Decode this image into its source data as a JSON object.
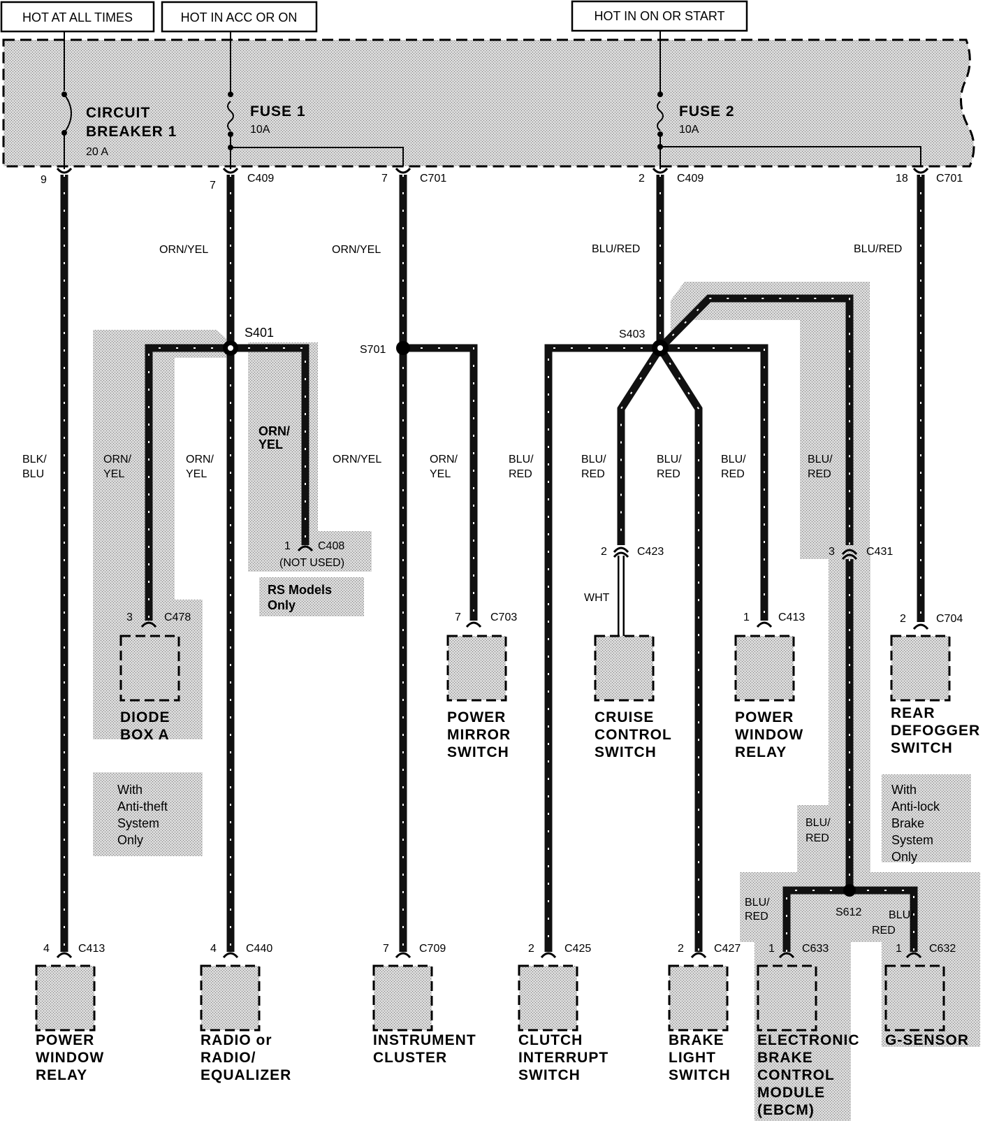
{
  "power_sources": {
    "hot_at_all_times": "HOT AT ALL TIMES",
    "hot_in_acc_or_on": "HOT IN ACC OR ON",
    "hot_in_on_or_start": "HOT IN ON OR START"
  },
  "fuse_box": {
    "circuit_breaker": {
      "name_line1": "CIRCUIT",
      "name_line2": "BREAKER 1",
      "rating": "20 A"
    },
    "fuse1": {
      "name": "FUSE 1",
      "rating": "10A"
    },
    "fuse2": {
      "name": "FUSE 2",
      "rating": "10A"
    }
  },
  "connectors": {
    "cb_out": {
      "pin": "9",
      "id": ""
    },
    "f1_c409": {
      "pin": "7",
      "id": "C409"
    },
    "f1_c701": {
      "pin": "7",
      "id": "C701"
    },
    "f2_c409": {
      "pin": "2",
      "id": "C409"
    },
    "f2_c701": {
      "pin": "18",
      "id": "C701"
    },
    "c478": {
      "pin": "3",
      "id": "C478"
    },
    "c408": {
      "pin": "1",
      "id": "C408",
      "note": "(NOT USED)"
    },
    "c703": {
      "pin": "7",
      "id": "C703"
    },
    "c423": {
      "pin": "2",
      "id": "C423"
    },
    "c413_top": {
      "pin": "1",
      "id": "C413"
    },
    "c431": {
      "pin": "3",
      "id": "C431"
    },
    "c704": {
      "pin": "2",
      "id": "C704"
    },
    "c413_bot": {
      "pin": "4",
      "id": "C413"
    },
    "c440": {
      "pin": "4",
      "id": "C440"
    },
    "c709": {
      "pin": "7",
      "id": "C709"
    },
    "c425": {
      "pin": "2",
      "id": "C425"
    },
    "c427": {
      "pin": "2",
      "id": "C427"
    },
    "c633": {
      "pin": "1",
      "id": "C633"
    },
    "c632": {
      "pin": "1",
      "id": "C632"
    }
  },
  "splices": {
    "s401": "S401",
    "s701": "S701",
    "s403": "S403",
    "s612": "S612"
  },
  "wires": {
    "blk_blu_1": "BLK/",
    "blk_blu_2": "BLU",
    "orn_yel": "ORN/YEL",
    "orn_1": "ORN/",
    "yel_2": "YEL",
    "blu_red": "BLU/RED",
    "blu_1": "BLU/",
    "red_2": "RED",
    "wht": "WHT"
  },
  "notes": {
    "rs_models_1": "RS Models",
    "rs_models_2": "Only",
    "anti_theft_1": "With",
    "anti_theft_2": "Anti-theft",
    "anti_theft_3": "System",
    "anti_theft_4": "Only",
    "anti_lock_1": "With",
    "anti_lock_2": "Anti-lock",
    "anti_lock_3": "Brake",
    "anti_lock_4": "System",
    "anti_lock_5": "Only"
  },
  "components": {
    "diode_box": [
      "DIODE",
      "BOX A"
    ],
    "power_mirror": [
      "POWER",
      "MIRROR",
      "SWITCH"
    ],
    "cruise_control": [
      "CRUISE",
      "CONTROL",
      "SWITCH"
    ],
    "power_window_relay_top": [
      "POWER",
      "WINDOW",
      "RELAY"
    ],
    "rear_defogger": [
      "REAR",
      "DEFOGGER",
      "SWITCH"
    ],
    "power_window_relay_bot": [
      "POWER",
      "WINDOW",
      "RELAY"
    ],
    "radio": [
      "RADIO or",
      "RADIO/",
      "EQUALIZER"
    ],
    "instrument_cluster": [
      "INSTRUMENT",
      "CLUSTER"
    ],
    "clutch_interrupt": [
      "CLUTCH",
      "INTERRUPT",
      "SWITCH"
    ],
    "brake_light": [
      "BRAKE",
      "LIGHT",
      "SWITCH"
    ],
    "ebcm": [
      "ELECTRONIC",
      "BRAKE",
      "CONTROL",
      "MODULE",
      "(EBCM)"
    ],
    "g_sensor": [
      "G-SENSOR"
    ]
  }
}
